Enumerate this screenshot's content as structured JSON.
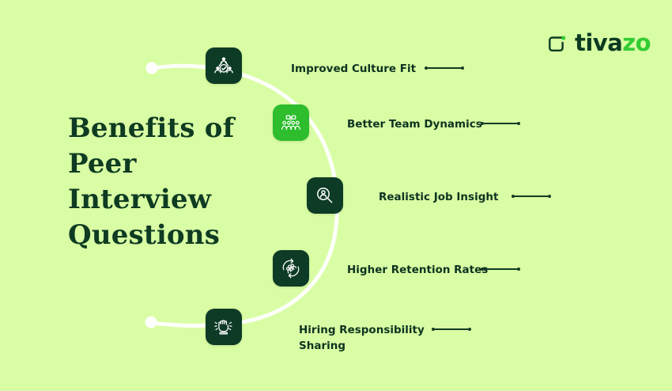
{
  "background_color": "#d9fda4",
  "brand": {
    "logo_icon": "tivazo-square-mark-icon",
    "name_part1": "tiva",
    "name_part2": "zo",
    "color_dark": "#0c3b22",
    "color_bright": "#33cc33"
  },
  "heading": {
    "text": "Benefits of Peer Interview Questions",
    "color": "#0e3b22"
  },
  "arc": {
    "color": "#ffffff",
    "start_dot": "arc-start-dot",
    "end_dot": "arc-end-dot"
  },
  "items": [
    {
      "id": "improved-culture-fit",
      "label": "Improved Culture Fit",
      "icon": "people-group-check-icon",
      "tile_style": "dark",
      "tile_color": "#0d3b26"
    },
    {
      "id": "better-team-dynamics",
      "label": "Better Team Dynamics",
      "icon": "team-group-icon",
      "tile_style": "bright",
      "tile_color": "#2dbd2d"
    },
    {
      "id": "realistic-job-insight",
      "label": "Realistic Job Insight",
      "icon": "magnifier-person-icon",
      "tile_style": "dark",
      "tile_color": "#0d3b26"
    },
    {
      "id": "higher-retention-rates",
      "label": "Higher Retention Rates",
      "icon": "retention-cycle-people-icon",
      "tile_style": "dark",
      "tile_color": "#0d3b26"
    },
    {
      "id": "hiring-responsibility-sharing",
      "label": "Hiring Responsibility\nSharing",
      "icon": "raised-fist-icon",
      "tile_style": "dark",
      "tile_color": "#0d3b26"
    }
  ]
}
